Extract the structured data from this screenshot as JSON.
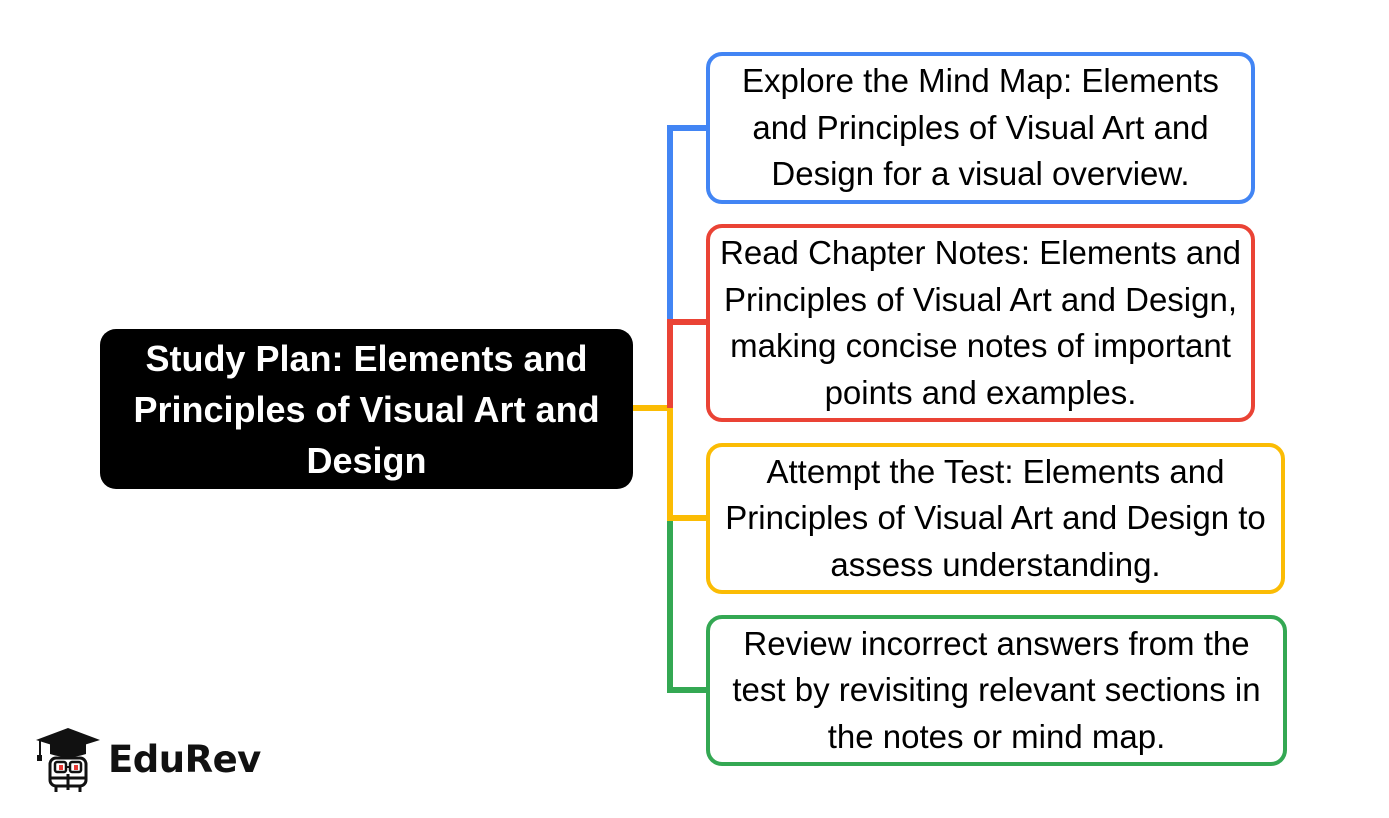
{
  "root": {
    "label": "Study Plan: Elements and Principles of Visual Art and Design"
  },
  "steps": [
    {
      "label": "Explore the Mind Map: Elements and Principles of Visual Art and Design for a visual overview.",
      "color": "#4285f4"
    },
    {
      "label": "Read Chapter Notes: Elements and Principles of Visual Art and Design, making concise notes of important points and examples.",
      "color": "#ea4335"
    },
    {
      "label": "Attempt the Test: Elements and Principles of Visual Art and Design to assess understanding.",
      "color": "#fbbc04"
    },
    {
      "label": "Review incorrect answers from the test by revisiting relevant sections in the notes or mind map.",
      "color": "#34a853"
    }
  ],
  "root_connector_color": "#fbbc04",
  "logo": {
    "text": "EduRev",
    "icon": "graduation-cap-student-icon"
  }
}
